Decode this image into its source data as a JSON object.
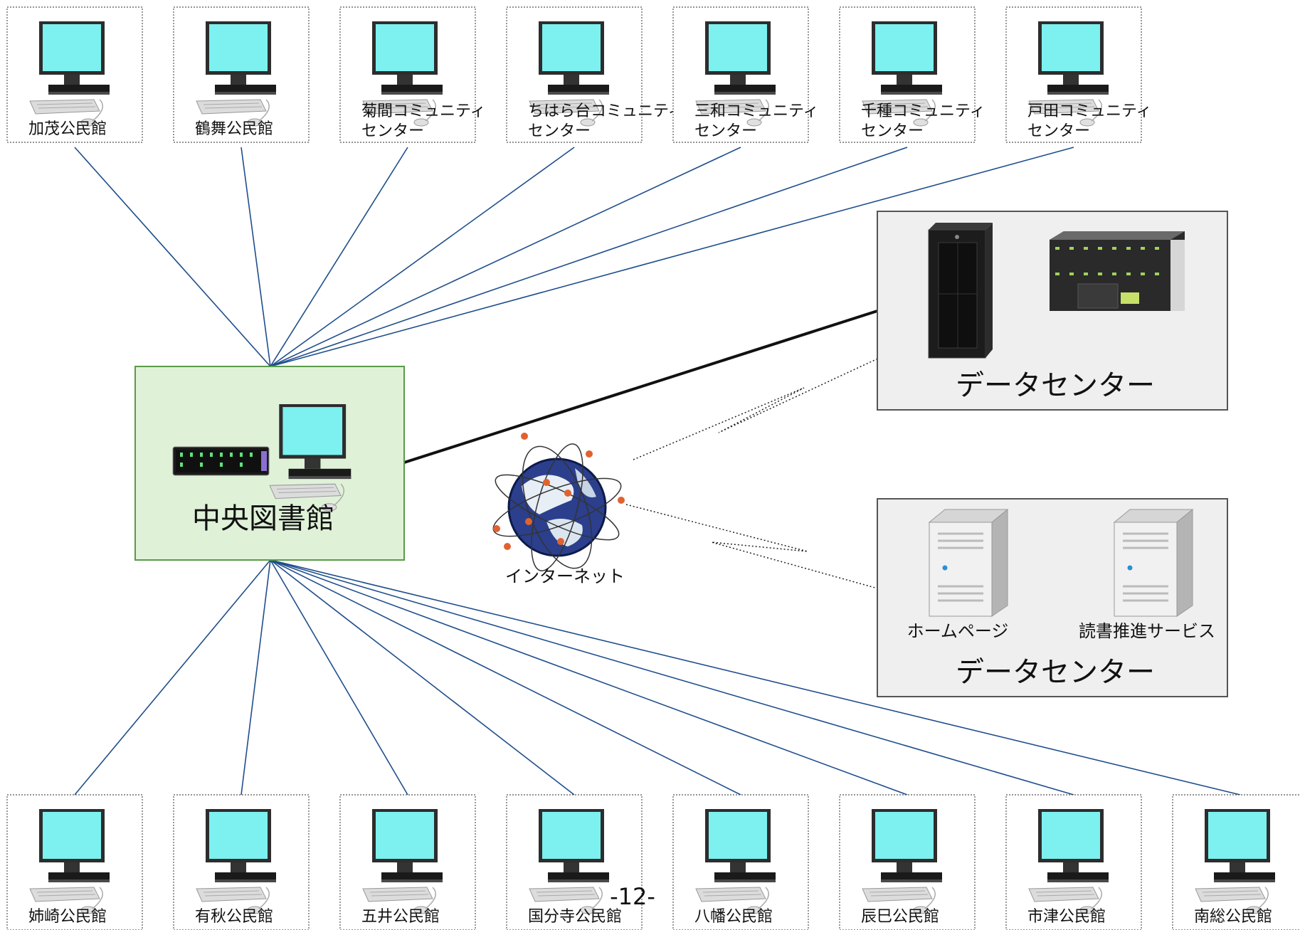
{
  "page_number": "-12-",
  "central": {
    "label": "中央図書館"
  },
  "internet": {
    "label": "インターネット"
  },
  "datacenter_top": {
    "label": "データセンター"
  },
  "datacenter_bottom": {
    "label": "データセンター",
    "server_labels": [
      "ホームページ",
      "読書推進サービス"
    ]
  },
  "top_sites": [
    {
      "lines": [
        "加茂公民館"
      ]
    },
    {
      "lines": [
        "鶴舞公民館"
      ]
    },
    {
      "lines": [
        "菊間コミュニティ",
        "センター"
      ]
    },
    {
      "lines": [
        "ちはら台コミュニティ",
        "センター"
      ]
    },
    {
      "lines": [
        "三和コミュニティ",
        "センター"
      ]
    },
    {
      "lines": [
        "千種コミュニティ",
        "センター"
      ]
    },
    {
      "lines": [
        "戸田コミュニティ",
        "センター"
      ]
    }
  ],
  "bottom_sites": [
    {
      "lines": [
        "姉崎公民館"
      ]
    },
    {
      "lines": [
        "有秋公民館"
      ]
    },
    {
      "lines": [
        "五井公民館"
      ]
    },
    {
      "lines": [
        "国分寺公民館"
      ]
    },
    {
      "lines": [
        "八幡公民館"
      ]
    },
    {
      "lines": [
        "辰巳公民館"
      ]
    },
    {
      "lines": [
        "市津公民館"
      ]
    },
    {
      "lines": [
        "南総公民館"
      ]
    }
  ],
  "colors": {
    "link_blue": "#1f4e8c",
    "central_fill": "#dff2d8",
    "central_border": "#5a9a4a",
    "datacenter_fill": "#efefef",
    "screen": "#7df0f0"
  }
}
